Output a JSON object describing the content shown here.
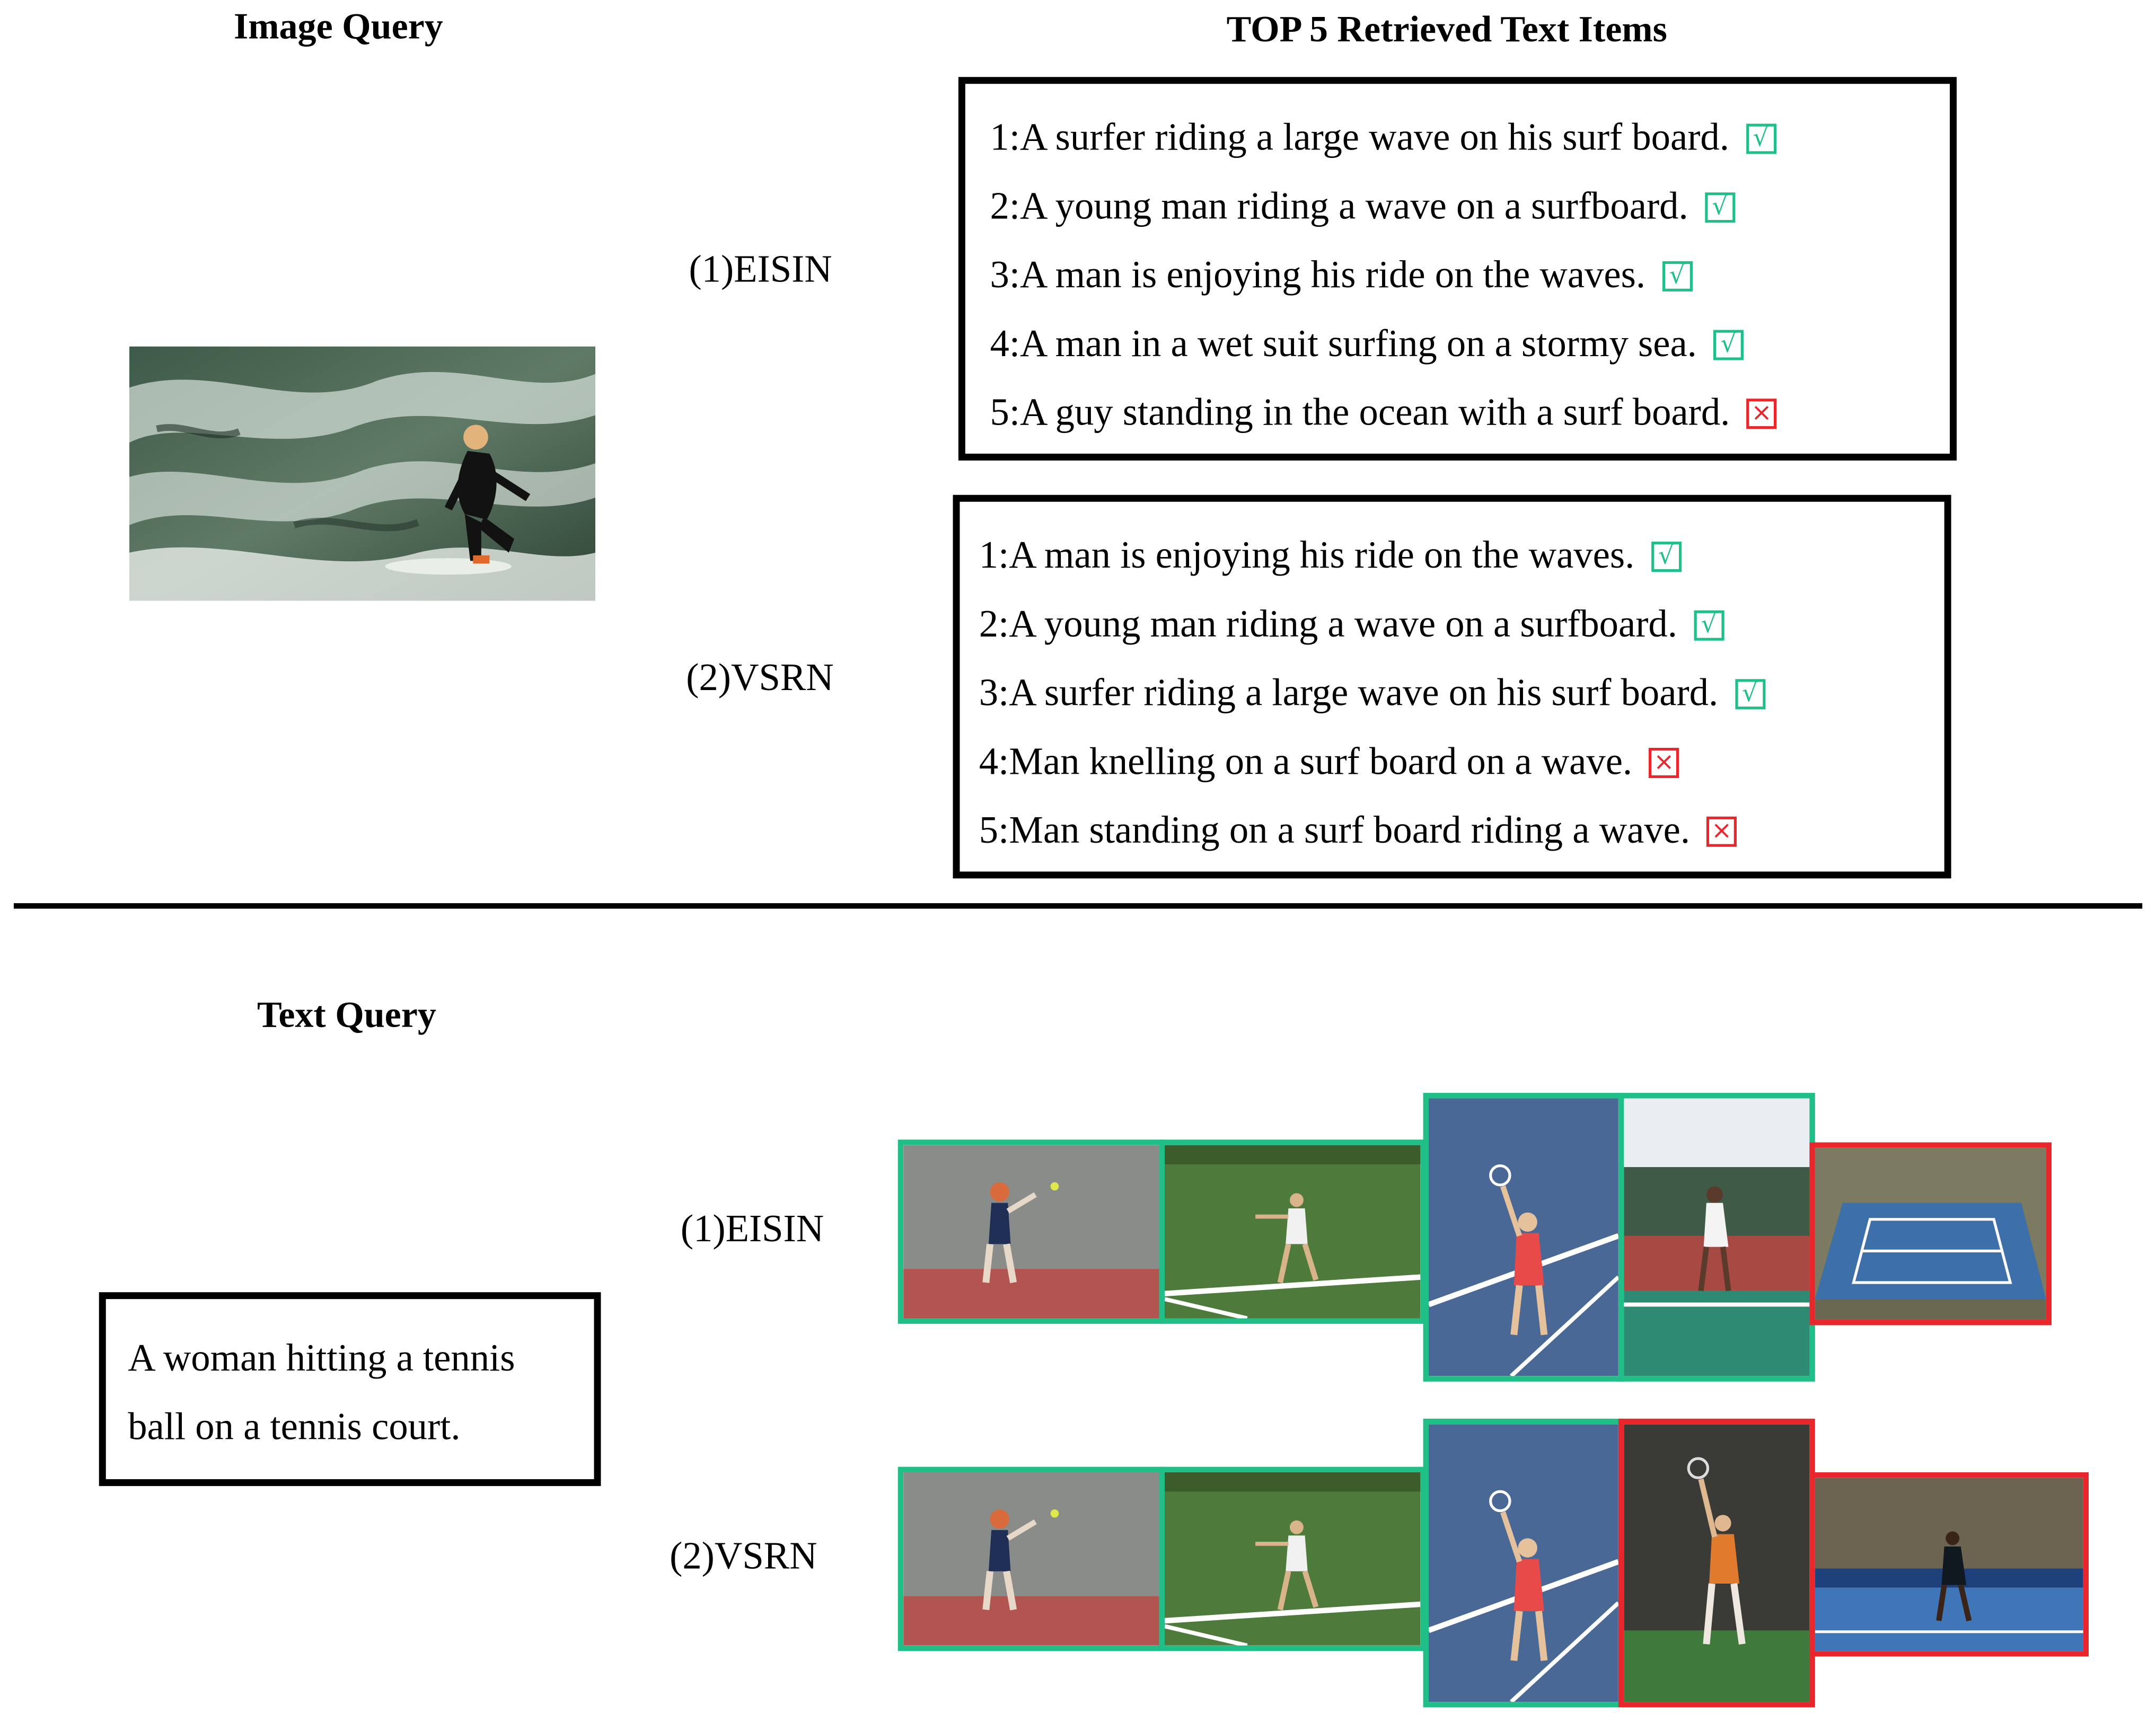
{
  "headings": {
    "image_query": "Image Query",
    "top5": "TOP 5 Retrieved Text Items",
    "text_query": "Text Query"
  },
  "methods": {
    "m1": "(1)EISIN",
    "m2": "(2)VSRN"
  },
  "image_to_text": {
    "eisin": [
      {
        "text": "1:A surfer riding a large wave on his surf board.",
        "correct": true
      },
      {
        "text": "2:A young man riding a wave on a surfboard.",
        "correct": true
      },
      {
        "text": "3:A man is enjoying his ride on the waves.",
        "correct": true
      },
      {
        "text": "4:A man in a wet suit surfing on a stormy sea.",
        "correct": true
      },
      {
        "text": "5:A guy standing in the ocean with a surf board.",
        "correct": false
      }
    ],
    "vsrn": [
      {
        "text": "1:A man is enjoying his ride on the waves.",
        "correct": true
      },
      {
        "text": "2:A young man riding a wave on a surfboard.",
        "correct": true
      },
      {
        "text": "3:A surfer riding a large wave on his surf board.",
        "correct": true
      },
      {
        "text": "4:Man knelling on a surf board on a wave.",
        "correct": false
      },
      {
        "text": "5:Man standing on a surf board riding a wave.",
        "correct": false
      }
    ]
  },
  "text_query": {
    "line1": "A woman hitting a tennis",
    "line2": "ball on a tennis court."
  },
  "text_to_image": {
    "eisin": [
      true,
      true,
      true,
      true,
      false
    ],
    "vsrn": [
      true,
      true,
      true,
      false,
      false
    ]
  },
  "marks": {
    "ok": "√",
    "bad": "×"
  },
  "colors": {
    "correct": "#1fbf87",
    "incorrect": "#e8262c"
  },
  "icons": {
    "correct": "check-box-icon",
    "incorrect": "cross-box-icon"
  }
}
